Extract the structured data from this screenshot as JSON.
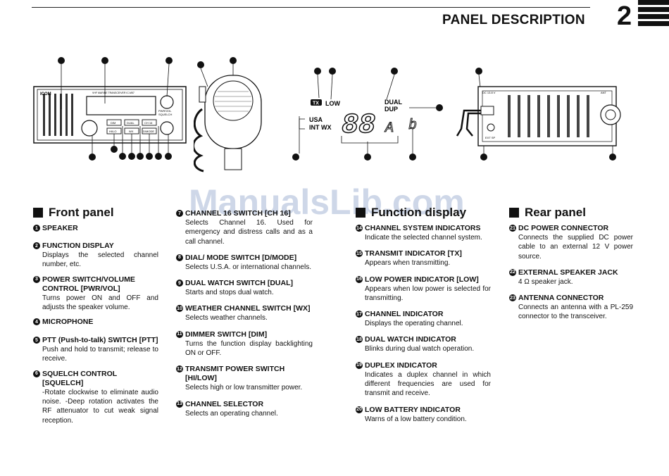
{
  "header": {
    "title": "PANEL DESCRIPTION",
    "chapter": "2"
  },
  "watermark": "ManualsLib.com",
  "diagram_labels": {
    "front_brand": "ICOM",
    "front_model": "VHF MARINE TRANSCEIVER  IC-M57",
    "btn_dim": "DIM",
    "btn_dual": "DUAL",
    "btn_ch16": "CH 16",
    "btn_hilo": "HI/LO",
    "btn_wx": "WX",
    "btn_dmode": "D/MODE",
    "knob_label_1": "PWR/VOL",
    "knob_label_2": "SQUELCH",
    "lcd_tx": "TX",
    "lcd_low": "LOW",
    "lcd_dual": "DUAL",
    "lcd_dup": "DUP",
    "lcd_usa": "USA",
    "lcd_intwx": "INT WX",
    "lcd_digits": "88",
    "lcd_a": "A",
    "lcd_b": "b",
    "rear_dc": "DC 13.8 V",
    "rear_ant": "ANT",
    "rear_ext": "EXT SP"
  },
  "front_panel": {
    "heading": "Front panel",
    "items": [
      {
        "n": "1",
        "title": "SPEAKER",
        "desc": ""
      },
      {
        "n": "2",
        "title": "FUNCTION DISPLAY",
        "desc": "Displays the selected channel number, etc."
      },
      {
        "n": "3",
        "title": "POWER SWITCH/VOLUME CONTROL [PWR/VOL]",
        "desc": "Turns power ON and OFF and adjusts the speaker volume."
      },
      {
        "n": "4",
        "title": "MICROPHONE",
        "desc": ""
      },
      {
        "n": "5",
        "title": "PTT (Push-to-talk) SWITCH [PTT]",
        "desc": "Push and hold to transmit; release to receive."
      },
      {
        "n": "6",
        "title": "SQUELCH CONTROL [SQUELCH]",
        "desc": "-Rotate clockwise to eliminate audio noise. -Deep rotation activates the RF attenuator to cut weak signal reception."
      },
      {
        "n": "7",
        "title": "CHANNEL 16 SWITCH [CH 16]",
        "desc": "Selects Channel 16. Used for emergency and distress calls and as a call channel."
      },
      {
        "n": "8",
        "title": "DIAL/ MODE SWITCH [D/MODE]",
        "desc": "Selects U.S.A. or international channels."
      },
      {
        "n": "9",
        "title": "DUAL WATCH SWITCH [DUAL]",
        "desc": "Starts and stops dual watch."
      },
      {
        "n": "10",
        "title": "WEATHER CHANNEL SWITCH [WX]",
        "desc": "Selects weather channels."
      },
      {
        "n": "11",
        "title": "DIMMER SWITCH [DIM]",
        "desc": "Turns the function display backlighting ON or OFF."
      },
      {
        "n": "12",
        "title": "TRANSMIT POWER SWITCH [HI/LOW]",
        "desc": "Selects high or low transmitter power."
      },
      {
        "n": "13",
        "title": "CHANNEL SELECTOR",
        "desc": "Selects an operating channel."
      }
    ]
  },
  "function_display": {
    "heading": "Function display",
    "items": [
      {
        "n": "14",
        "title": "CHANNEL SYSTEM INDICATORS",
        "desc": "Indicate the selected channel system."
      },
      {
        "n": "15",
        "title": "TRANSMIT INDICATOR [TX]",
        "desc": "Appears when transmitting."
      },
      {
        "n": "16",
        "title": "LOW POWER INDICATOR [LOW]",
        "desc": "Appears when low power is selected for transmitting."
      },
      {
        "n": "17",
        "title": "CHANNEL INDICATOR",
        "desc": "Displays the operating channel."
      },
      {
        "n": "18",
        "title": "DUAL WATCH INDICATOR",
        "desc": "Blinks during dual watch operation."
      },
      {
        "n": "19",
        "title": "DUPLEX INDICATOR",
        "desc": "Indicates a duplex channel in which different frequencies are used for transmit and receive."
      },
      {
        "n": "20",
        "title": "LOW BATTERY INDICATOR",
        "desc": "Warns of a low battery condition."
      }
    ]
  },
  "rear_panel": {
    "heading": "Rear panel",
    "items": [
      {
        "n": "21",
        "title": "DC POWER CONNECTOR",
        "desc": "Connects the supplied DC power cable to an external 12 V power source."
      },
      {
        "n": "22",
        "title": "EXTERNAL SPEAKER JACK",
        "desc": "4 Ω speaker jack."
      },
      {
        "n": "23",
        "title": "ANTENNA CONNECTOR",
        "desc": "Connects an antenna with a PL-259 connector to the transceiver."
      }
    ]
  }
}
